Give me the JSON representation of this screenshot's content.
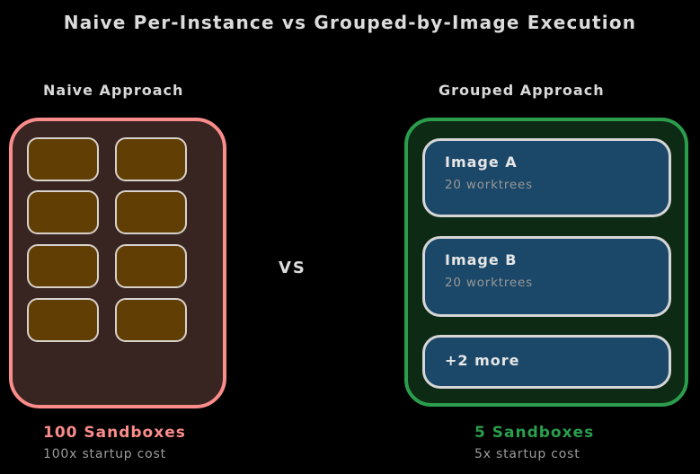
{
  "title": "Naive Per-Instance vs Grouped-by-Image Execution",
  "vs_label": "VS",
  "naive": {
    "heading": "Naive Approach",
    "instance_box_count": 8,
    "count_label": "100 Sandboxes",
    "cost_label": "100x startup cost"
  },
  "grouped": {
    "heading": "Grouped Approach",
    "groups": [
      {
        "name": "Image A",
        "detail": "20 worktrees"
      },
      {
        "name": "Image B",
        "detail": "20 worktrees"
      },
      {
        "name": "+2 more",
        "detail": ""
      }
    ],
    "count_label": "5 Sandboxes",
    "cost_label": "5x startup cost"
  },
  "colors": {
    "background": "#000000",
    "text_primary": "#dcdcdc",
    "text_muted": "#9b9b9b",
    "naive_accent": "#fb8c8c",
    "naive_container_fill": "#382420",
    "instance_box_fill": "#613e03",
    "box_border_light": "#d8d2cc",
    "grouped_accent": "#2b9d4c",
    "grouped_container_fill": "#0d2a15",
    "group_box_fill": "#1b4868"
  }
}
